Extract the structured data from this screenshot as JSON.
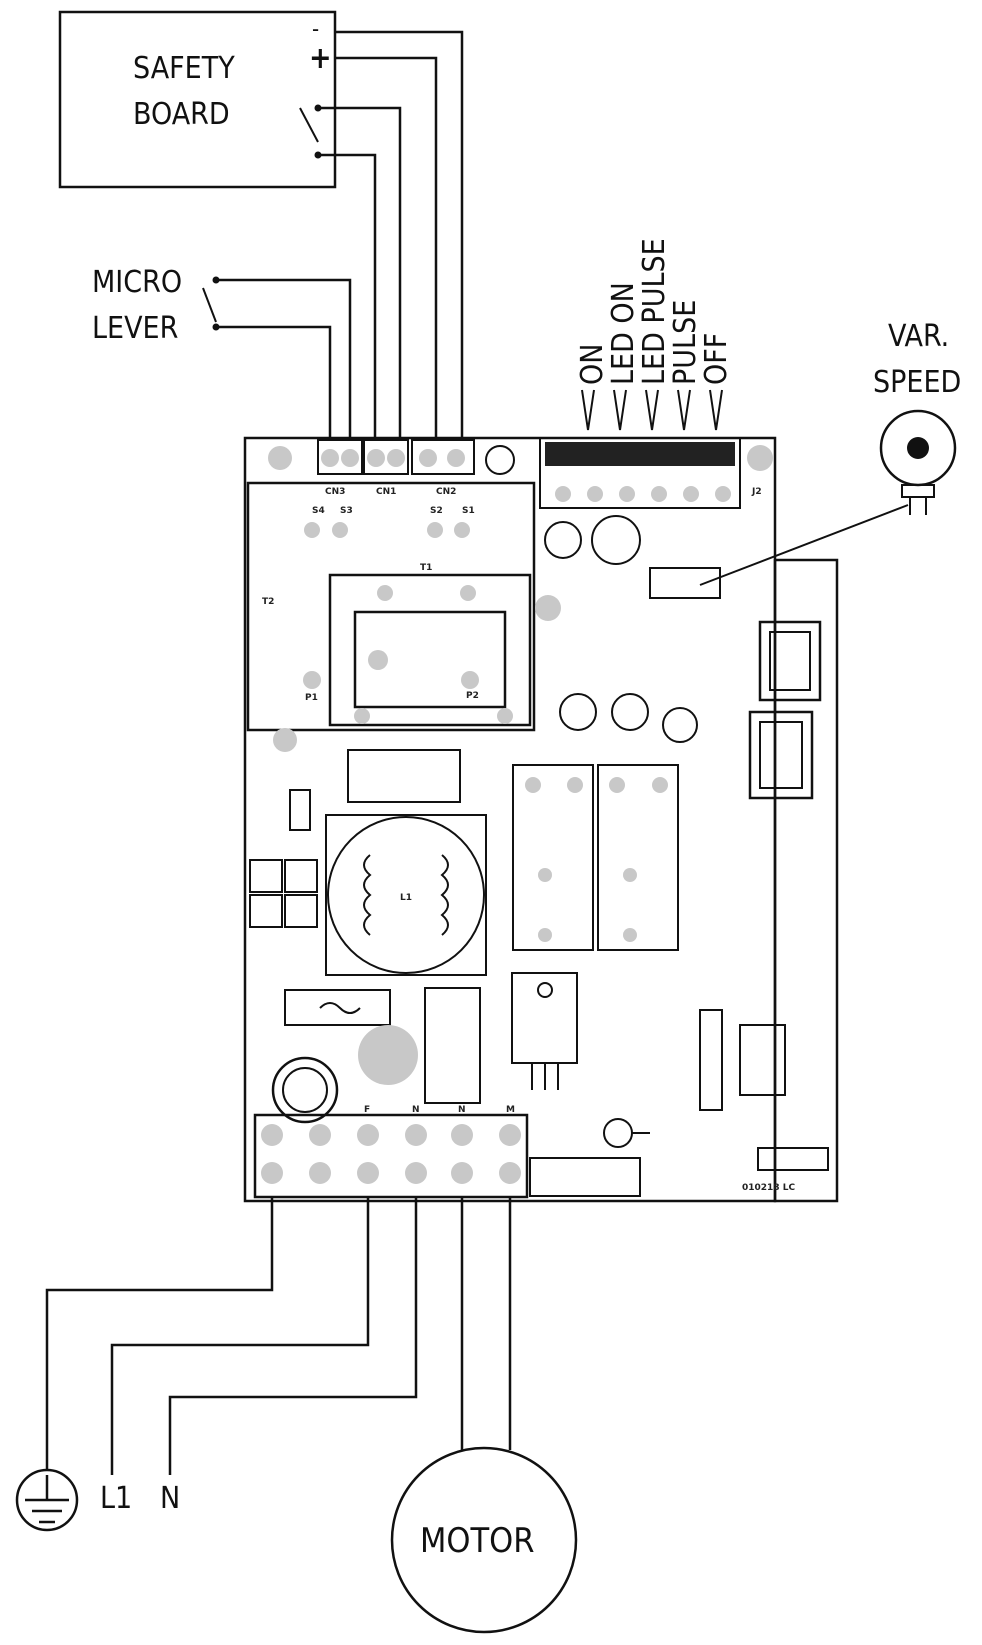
{
  "labels": {
    "safety_board": "SAFETY",
    "safety_board_2": "BOARD",
    "minus": "-",
    "plus": "+",
    "micro": "MICRO",
    "lever": "LEVER",
    "var": "VAR.",
    "speed": "SPEED",
    "switch_labels": [
      "ON",
      "LED ON",
      "LED PULSE",
      "PULSE",
      "OFF"
    ],
    "l1": "L1",
    "n": "N",
    "motor": "MOTOR"
  },
  "pcb": {
    "connectors": [
      "CN3",
      "CN1",
      "CN2"
    ],
    "pins": [
      "S4",
      "S3",
      "S2",
      "S1"
    ],
    "terminals": [
      "F",
      "N",
      "N",
      "M"
    ],
    "j2": "J2",
    "t1": "T1",
    "t2": "T2",
    "p1": "P1",
    "p2": "P2",
    "l1": "L1",
    "code": "010218 LC"
  },
  "colors": {
    "line": "#111111",
    "pad": "#c8c8c8"
  },
  "icons": {
    "ground": "ground-symbol-icon",
    "potentiometer": "potentiometer-icon",
    "switch": "switch-icon"
  }
}
